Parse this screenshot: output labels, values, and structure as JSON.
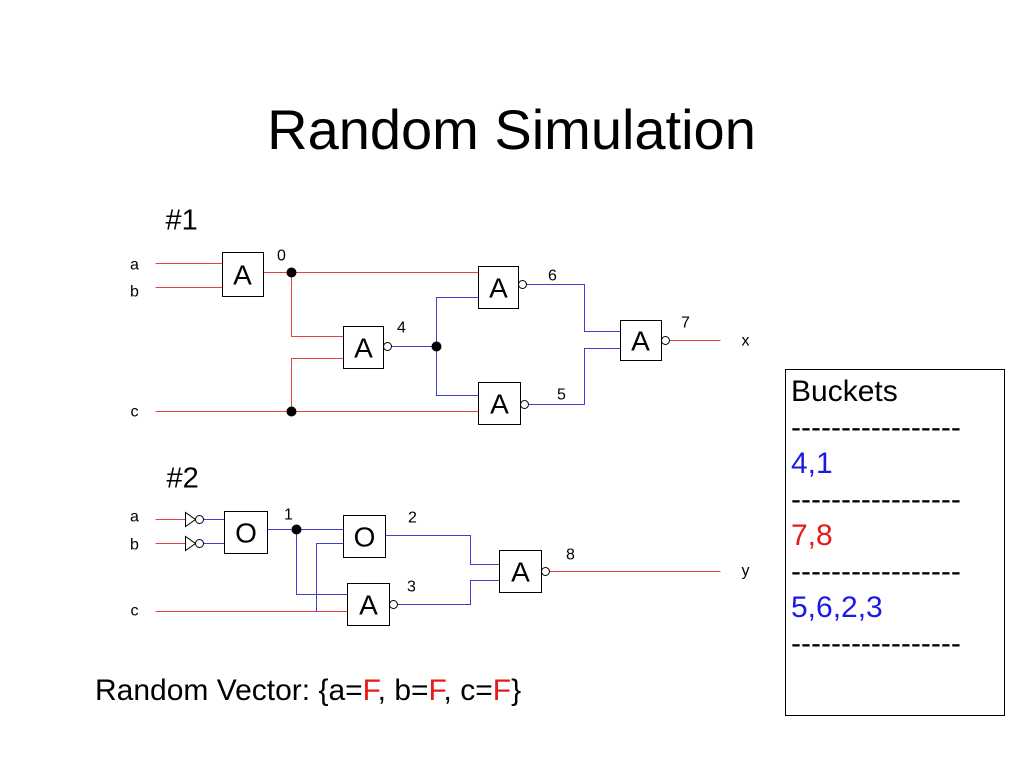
{
  "title": "Random Simulation",
  "circuits": [
    {
      "label": "#1",
      "inputs": [
        "a",
        "b",
        "c"
      ],
      "output": "x",
      "gates": [
        {
          "id": "0",
          "type": "A"
        },
        {
          "id": "4",
          "type": "A"
        },
        {
          "id": "6",
          "type": "A"
        },
        {
          "id": "5",
          "type": "A"
        },
        {
          "id": "7",
          "type": "A"
        }
      ]
    },
    {
      "label": "#2",
      "inputs": [
        "a",
        "b",
        "c"
      ],
      "output": "y",
      "gates": [
        {
          "id": "1",
          "type": "O"
        },
        {
          "id": "2",
          "type": "O"
        },
        {
          "id": "3",
          "type": "A"
        },
        {
          "id": "8",
          "type": "A"
        }
      ]
    }
  ],
  "buckets": {
    "heading": "Buckets",
    "separator": "-----------------",
    "groups": [
      {
        "members": "4,1",
        "color": "#1a1ae6"
      },
      {
        "members": "7,8",
        "color": "#e61a1a"
      },
      {
        "members": "5,6,2,3",
        "color": "#1a1ae6"
      }
    ]
  },
  "random_vector": {
    "parts": [
      {
        "text": "Random Vector: {a=",
        "color": "#000000"
      },
      {
        "text": "F",
        "color": "#e61a1a"
      },
      {
        "text": ", b=",
        "color": "#000000"
      },
      {
        "text": "F",
        "color": "#e61a1a"
      },
      {
        "text": ", c=",
        "color": "#000000"
      },
      {
        "text": "F",
        "color": "#e61a1a"
      },
      {
        "text": "}",
        "color": "#000000"
      }
    ]
  },
  "colors": {
    "wire_red": "#e84040",
    "wire_blue": "#4040d0"
  }
}
